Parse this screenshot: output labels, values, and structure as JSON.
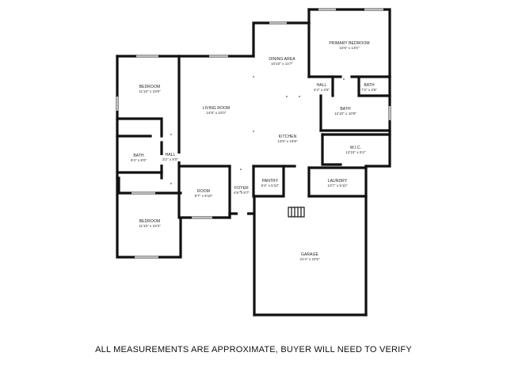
{
  "rooms": {
    "dining": {
      "name": "DINING AREA",
      "dims": "10'10\" x 14'7\""
    },
    "primary_bedroom": {
      "name": "PRIMARY BEDROOM",
      "dims": "15'5\" x 13'0\""
    },
    "hall_top": {
      "name": "HALL",
      "dims": "4'4\" x 3'5\""
    },
    "bath_small": {
      "name": "BATH",
      "dims": "7'3\" x 3'6\""
    },
    "bath_primary": {
      "name": "BATH",
      "dims": "12'10\" x 10'8\""
    },
    "bedroom_top": {
      "name": "BEDROOM",
      "dims": "11'10\" x 15'9\""
    },
    "living": {
      "name": "LIVING ROOM",
      "dims": "14'8\" x 22'0\""
    },
    "kitchen": {
      "name": "KITCHEN",
      "dims": "13'5\" x 18'8\""
    },
    "wic": {
      "name": "W.I.C.",
      "dims": "12'10\" x 6'4\""
    },
    "bath_left": {
      "name": "BATH",
      "dims": "8'4\" x 8'0\""
    },
    "hall_left": {
      "name": "HALL",
      "dims": "3'2\" x 8'0\""
    },
    "pantry": {
      "name": "PANTRY",
      "dims": "6'4\" x 5'10\""
    },
    "laundry": {
      "name": "LAUNDRY",
      "dims": "10'7\" x 5'10\""
    },
    "room": {
      "name": "ROOM",
      "dims": "9'7\" x 9'10\""
    },
    "foyer": {
      "name": "FOYER",
      "dims": "4'9\" x 8'7\""
    },
    "bedroom_bottom": {
      "name": "BEDROOM",
      "dims": "11'10\" x 15'3\""
    },
    "garage": {
      "name": "GARAGE",
      "dims": "21'4\" x 22'5\""
    }
  },
  "disclaimer": "ALL MEASUREMENTS ARE APPROXIMATE, BUYER WILL NEED TO VERIFY"
}
